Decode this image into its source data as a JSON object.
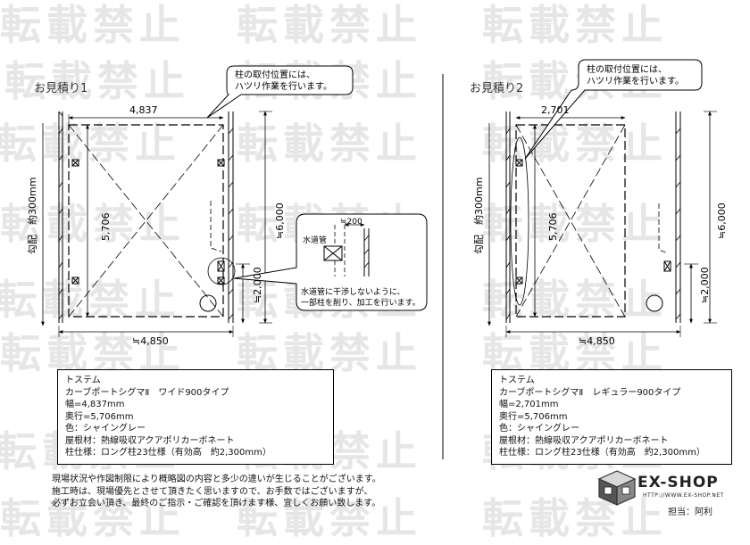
{
  "watermark_text": "転載禁止",
  "drawing1": {
    "title": "お見積り1",
    "width_label": "4,837",
    "depth_label": "5,706",
    "total_width_label": "≒4,850",
    "height_label": "≒6,000",
    "post_offset_label": "≒2,000",
    "slope_label": "勾配　約300mm",
    "callout_lines": [
      "柱の取付位置には、",
      "ハツリ作業を行います。"
    ],
    "detail": {
      "pipe_label": "水道管",
      "offset_label": "≒200",
      "note_lines": [
        "水道管に干渉しないように、",
        "一部柱を削り、加工を行います。"
      ]
    },
    "spec_lines": [
      "トステム",
      "カーブポートシグマⅡ　ワイド900タイプ",
      "幅=4,837mm",
      "奥行=5,706mm",
      "色：シャイングレー",
      "屋根材：熱線吸収アクアポリカーボネート",
      "柱仕様：ロング柱23仕様（有効高　約2,300mm）"
    ]
  },
  "drawing2": {
    "title": "お見積り2",
    "width_label": "2,701",
    "depth_label": "5,706",
    "total_width_label": "≒4,850",
    "height_label": "≒6,000",
    "post_offset_label": "≒2,000",
    "slope_label": "勾配　約300mm",
    "callout_lines": [
      "柱の取付位置には、",
      "ハツリ作業を行います。"
    ],
    "spec_lines": [
      "トステム",
      "カーブポートシグマⅡ　レギュラー900タイプ",
      "幅=2,701mm",
      "奥行=5,706mm",
      "色：シャイングレー",
      "屋根材：熱線吸収アクアポリカーボネート",
      "柱仕様：ロング柱23仕様（有効高　約2,300mm）"
    ]
  },
  "notes": [
    "現場状況や作図制限により概略図の内容と多少の違いが生じることがございます。",
    "施工時は、現場優先とさせて頂きたく思いますので、お手数ではございますが、",
    "必ずお立会い頂き、最終のご指示・ご確認を頂けます様、宜しくお願い致します。"
  ],
  "logo": {
    "name": "EX-SHOP",
    "url": "HTTP://WWW.EX-SHOP.NET",
    "staff_label": "担当：阿利"
  }
}
